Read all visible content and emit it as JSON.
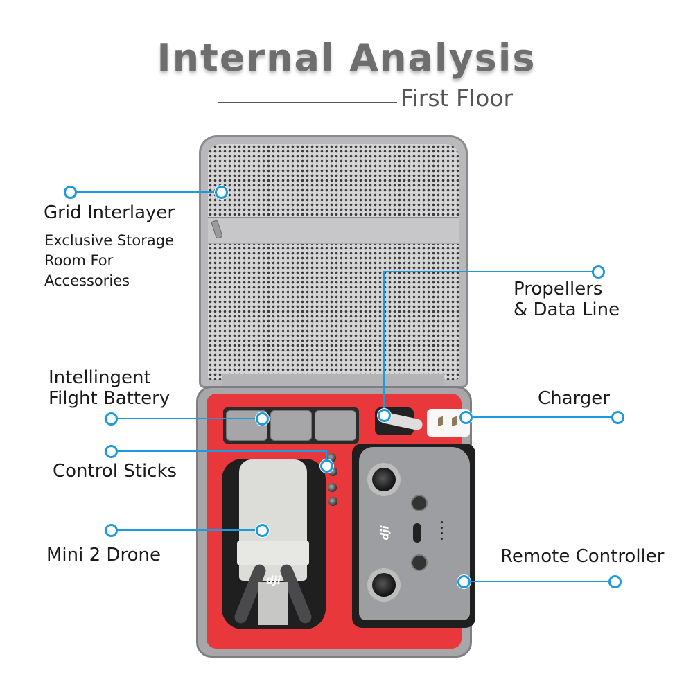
{
  "header": {
    "title": "Internal Analysis",
    "subtitle": "First Floor"
  },
  "callouts": {
    "grid_interlayer": {
      "label": "Grid Interlayer",
      "description_lines": [
        "Exclusive Storage",
        "Room For",
        "Accessories"
      ]
    },
    "propellers": {
      "label_lines": [
        "Propellers",
        "& Data Line"
      ]
    },
    "battery": {
      "label_lines": [
        "Intellingent",
        "Filght Battery"
      ]
    },
    "charger": {
      "label": "Charger"
    },
    "control_sticks": {
      "label": "Control Sticks"
    },
    "drone": {
      "label": "Mini 2 Drone"
    },
    "remote": {
      "label": "Remote Controller"
    }
  },
  "product": {
    "logo": "dji"
  },
  "colors": {
    "accent": "#1c9ae0",
    "foam": "#e8383c",
    "case_gray": "#a7a7aa",
    "title_gray": "#6e6e6e"
  }
}
